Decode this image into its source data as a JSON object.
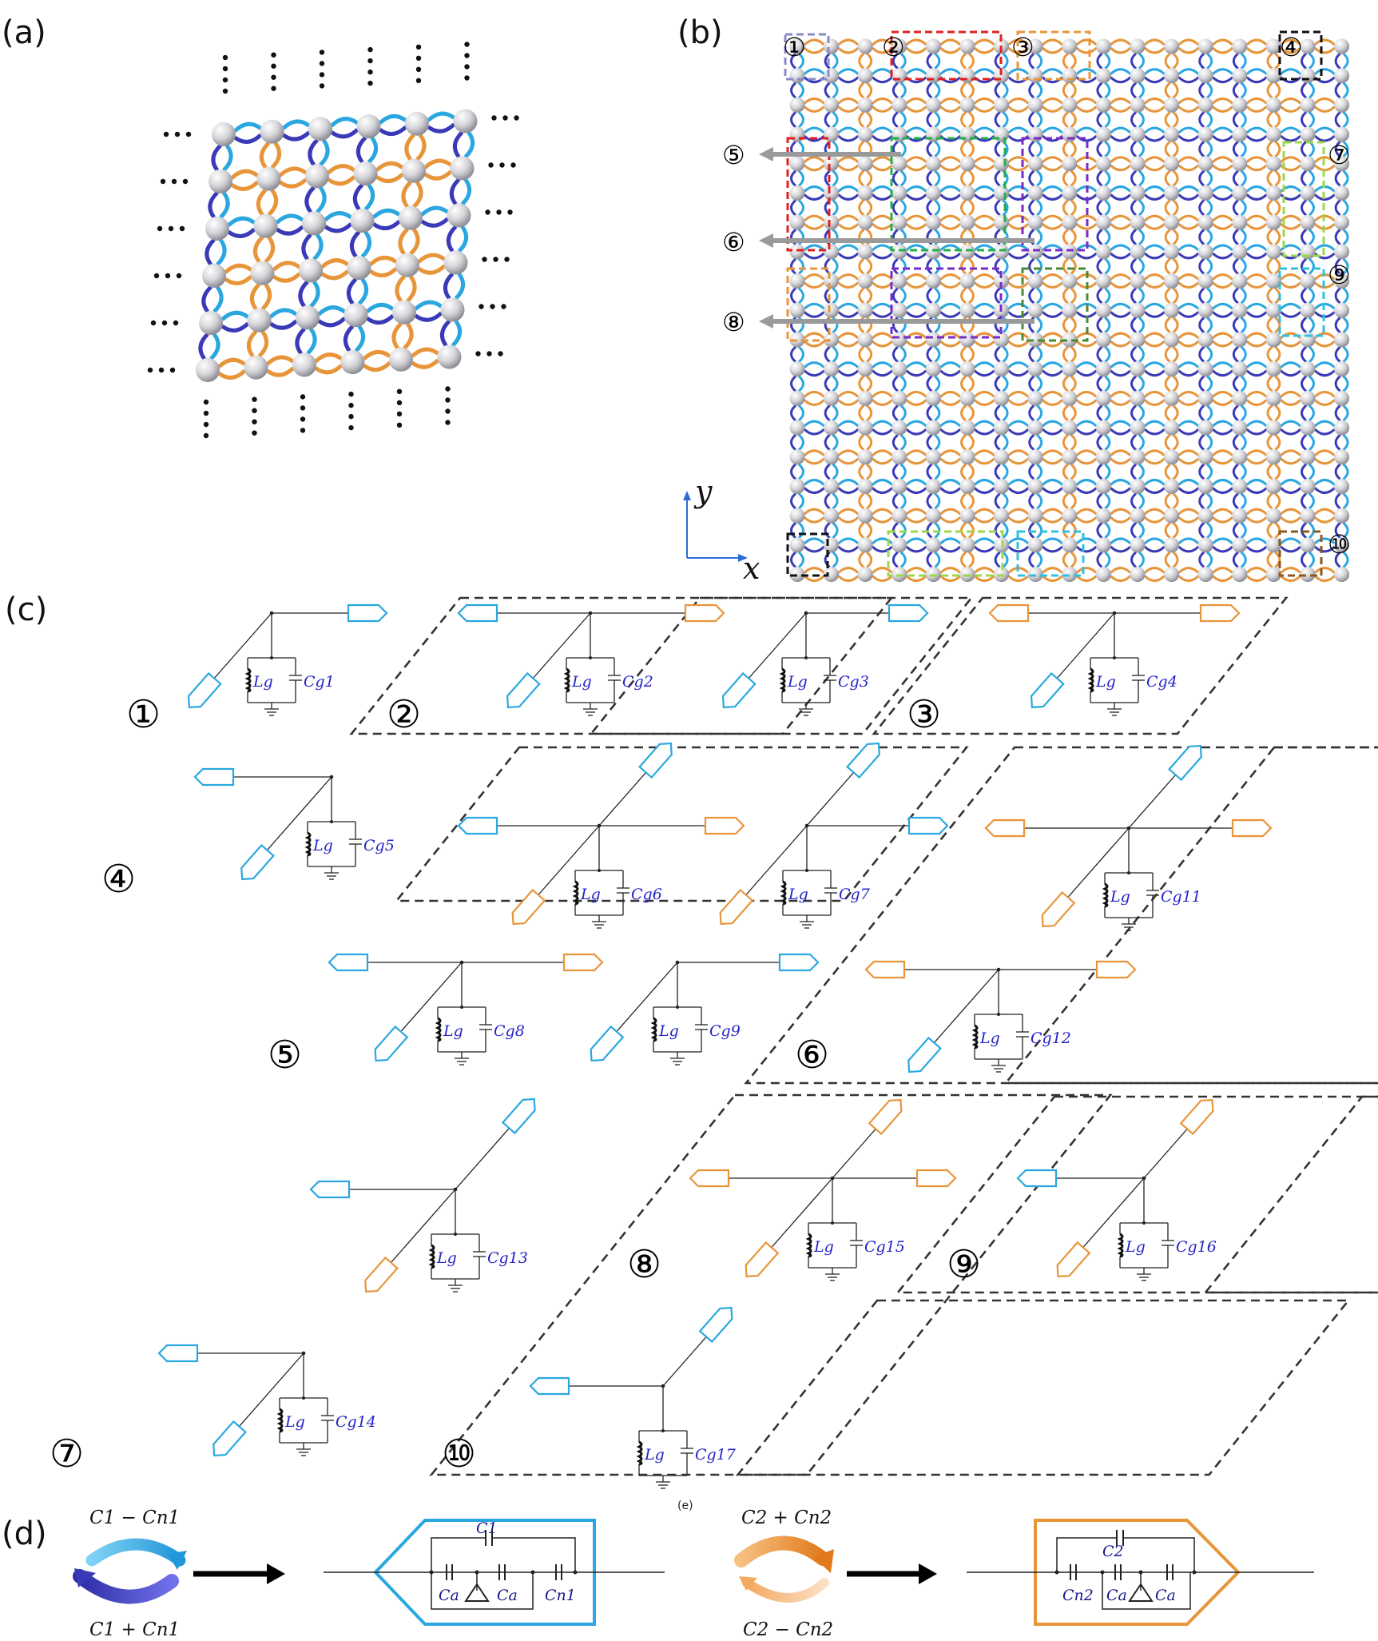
{
  "panels": {
    "a": "(a)",
    "b": "(b)",
    "c": "(c)",
    "d": "(d)",
    "e": "(e)"
  },
  "numbers": [
    "①",
    "②",
    "③",
    "④",
    "⑤",
    "⑥",
    "⑦",
    "⑧",
    "⑨",
    "⑩"
  ],
  "axes": {
    "y": "y",
    "x": "x"
  },
  "components": {
    "inductor": "Lg",
    "capacitors": [
      "Cg1",
      "Cg2",
      "Cg3",
      "Cg4",
      "Cg5",
      "Cg6",
      "Cg7",
      "Cg8",
      "Cg9",
      "Cg11",
      "Cg12",
      "Cg13",
      "Cg14",
      "Cg15",
      "Cg16",
      "Cg17"
    ]
  },
  "legend_d": {
    "top_eq_blue": "C1 − Cn1",
    "bottom_eq_blue": "C1 + Cn1",
    "top_eq_orange": "C2 + Cn2",
    "bottom_eq_orange": "C2 − Cn2",
    "blue_circuit": {
      "c_top": "C1",
      "ca_left": "Ca",
      "ca_right": "Ca",
      "cn": "Cn1"
    },
    "orange_circuit": {
      "c_top": "C2",
      "cn": "Cn2",
      "ca_left": "Ca",
      "ca_right": "Ca"
    }
  },
  "colors": {
    "blue_light": "#2aa7e0",
    "blue_dark": "#3a3ab8",
    "orange": "#e8953a",
    "node": "#c8c8cc",
    "frame": "#333333",
    "label_blue": "#2424c8"
  }
}
